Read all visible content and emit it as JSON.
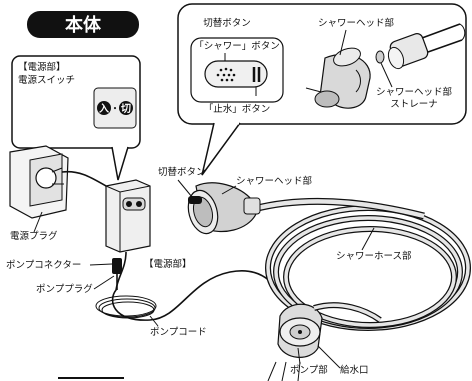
{
  "title": "本体",
  "callout_top": {
    "header": "切替ボタン",
    "shower_button": "「シャワー」ボタン",
    "stop_button": "「止水」ボタン",
    "shower_head": "シャワーヘッド部",
    "strainer_line1": "シャワーヘッド部",
    "strainer_line2": "ストレーナ"
  },
  "callout_power": {
    "header": "【電源部】",
    "subheader": "電源スイッチ",
    "on_label": "入",
    "dot": "・",
    "off_label": "切"
  },
  "labels": {
    "switch_button": "切替ボタン",
    "shower_head": "シャワーヘッド部",
    "power_plug": "電源プラグ",
    "power_unit": "【電源部】",
    "pump_connector": "ポンプコネクター",
    "pump_plug": "ポンププラグ",
    "shower_hose": "シャワーホース部",
    "pump_cord": "ポンプコード",
    "pump": "ポンプ部",
    "inlet": "給水口"
  }
}
